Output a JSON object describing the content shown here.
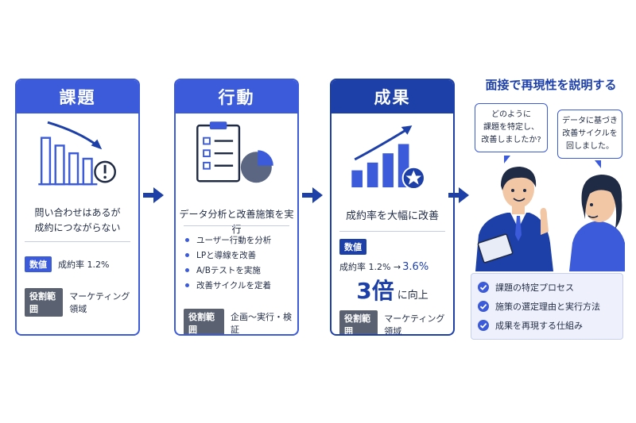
{
  "cards": [
    {
      "title": "課題",
      "main_lines": [
        "問い合わせはあるが",
        "成約につながらない"
      ],
      "value_tag": "数値",
      "value_text": "成約率 1.2%",
      "role_tag": "役割範囲",
      "role_text": "マーケティング領域"
    },
    {
      "title": "行動",
      "main_lines": [
        "データ分析と改善施策を実行"
      ],
      "bullets": [
        "ユーザー行動を分析",
        "LPと導線を改善",
        "A/Bテストを実施",
        "改善サイクルを定着"
      ],
      "role_tag": "役割範囲",
      "role_text": "企画～実行・検証"
    },
    {
      "title": "成果",
      "main_lines": [
        "成約率を大幅に改善"
      ],
      "value_tag": "数値",
      "change_from": "成約率 1.2% →",
      "change_to": "3.6%",
      "big_number": "3倍",
      "big_suffix": "に向上",
      "role_tag": "役割範囲",
      "role_text": "マーケティング領域"
    }
  ],
  "right": {
    "title": "面接で再現性を説明する",
    "interviewer_lines": [
      "どのように",
      "課題を特定し、",
      "改善しましたか?"
    ],
    "candidate_lines": [
      "データに基づき",
      "改善サイクルを",
      "回しました。"
    ],
    "checks": [
      "課題の特定プロセス",
      "施策の選定理由と実行方法",
      "成果を再現する仕組み"
    ]
  },
  "colors": {
    "primary": "#3b5bdb",
    "dark": "#1d3fa8",
    "gray_tag": "#5a6272"
  }
}
